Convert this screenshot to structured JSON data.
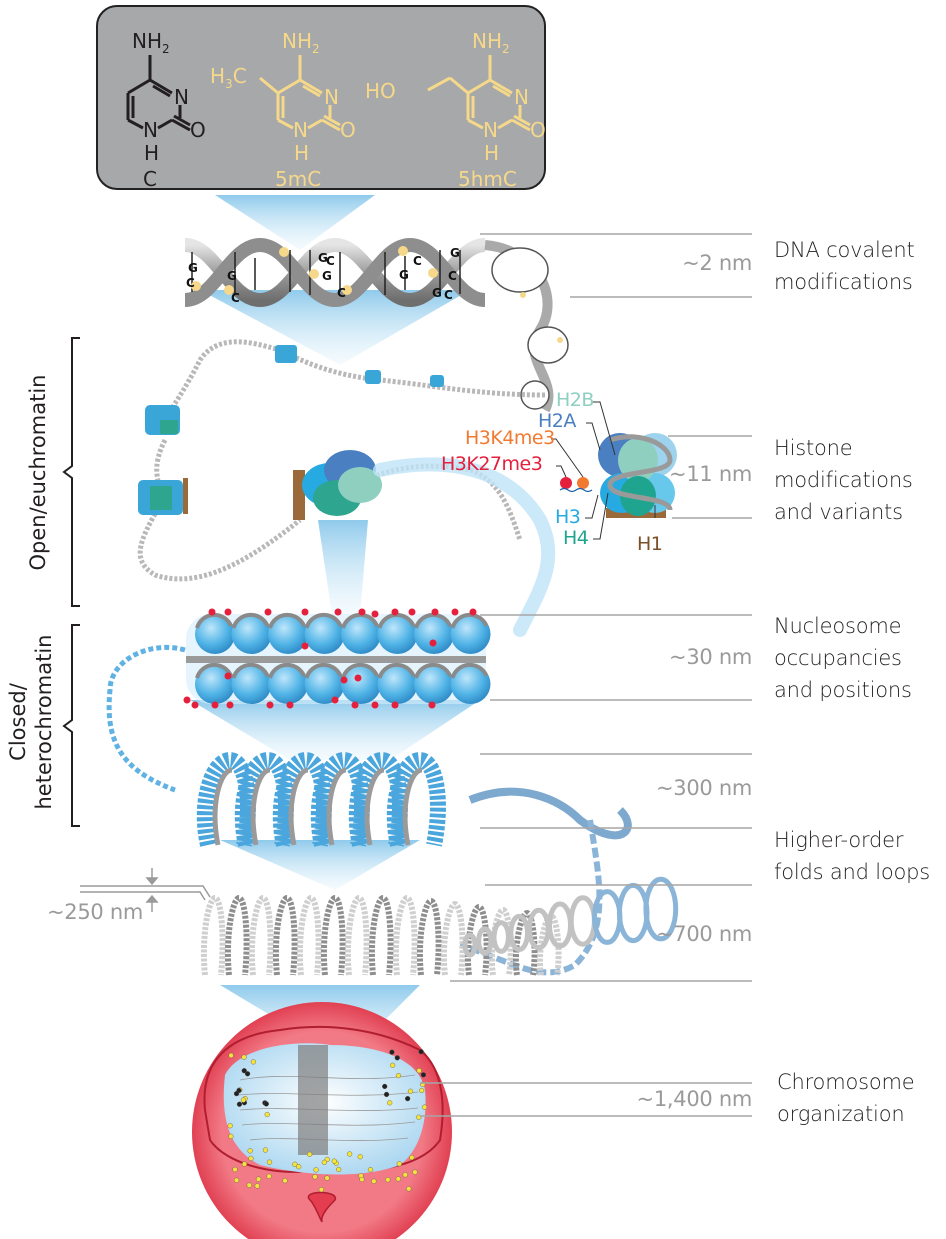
{
  "figure": {
    "molecules": {
      "cytosine": {
        "name": "C",
        "groups": {
          "amino": "NH",
          "amino_sub": "2",
          "n3": "N",
          "n1": "N",
          "h1": "H",
          "o2": "O"
        },
        "color": "#231f20"
      },
      "methylcytosine": {
        "name": "5mC",
        "groups": {
          "substituent": "H",
          "substituent_sub": "3",
          "substituent_tail": "C",
          "amino": "NH",
          "amino_sub": "2",
          "n3": "N",
          "n1": "N",
          "h1": "H",
          "o2": "O"
        },
        "color": "#f5d889"
      },
      "hydroxymethylcytosine": {
        "name": "5hmC",
        "groups": {
          "substituent": "HO",
          "amino": "NH",
          "amino_sub": "2",
          "n3": "N",
          "n1": "N",
          "h1": "H",
          "o2": "O"
        },
        "color": "#f5d889"
      }
    },
    "panel_background": "#a7a8aa",
    "dna_bases": [
      "G",
      "C",
      "G",
      "C",
      "G",
      "C",
      "G",
      "C",
      "G",
      "C",
      "G",
      "C",
      "G",
      "C"
    ],
    "scale_labels": {
      "dna": "~2 nm",
      "nucleosome": "~11 nm",
      "fiber30": "~30 nm",
      "fiber300": "~300 nm",
      "fiber700": "~700 nm",
      "fiber250": "~250 nm",
      "chromosome": "~1,400 nm"
    },
    "descriptions": {
      "dna": [
        "DNA covalent",
        "modifications"
      ],
      "histone": [
        "Histone",
        "modifications",
        "and variants"
      ],
      "nucleosome": [
        "Nucleosome",
        "occupancies",
        "and positions"
      ],
      "higher": [
        "Higher-order",
        "folds and loops"
      ],
      "chromosome": [
        "Chromosome",
        "organization"
      ]
    },
    "chromatin_states": {
      "open": "Open/euchromatin",
      "closed_line1": "Closed/",
      "closed_line2": "heterochromatin"
    },
    "histone_labels": [
      {
        "id": "h2b",
        "text": "H2B",
        "color": "#8ecfc0"
      },
      {
        "id": "h2a",
        "text": "H2A",
        "color": "#4a7fc1"
      },
      {
        "id": "h3k4me3",
        "text": "H3K4me3",
        "color": "#f27a30"
      },
      {
        "id": "h3k27me3",
        "text": "H3K27me3",
        "color": "#e4203d"
      },
      {
        "id": "h3",
        "text": "H3",
        "color": "#27aae1"
      },
      {
        "id": "h4",
        "text": "H4",
        "color": "#1fa58f"
      },
      {
        "id": "h1",
        "text": "H1",
        "color": "#7a4f2a"
      }
    ],
    "colors": {
      "zoom_beam": "#9fd3ee",
      "nucleus_red": "#e43d4f",
      "chromatin_blue": "#4aa6dc",
      "mark_red": "#e4203d",
      "mark_orange": "#f27a30",
      "methyl_yellow": "#f5d889"
    }
  }
}
